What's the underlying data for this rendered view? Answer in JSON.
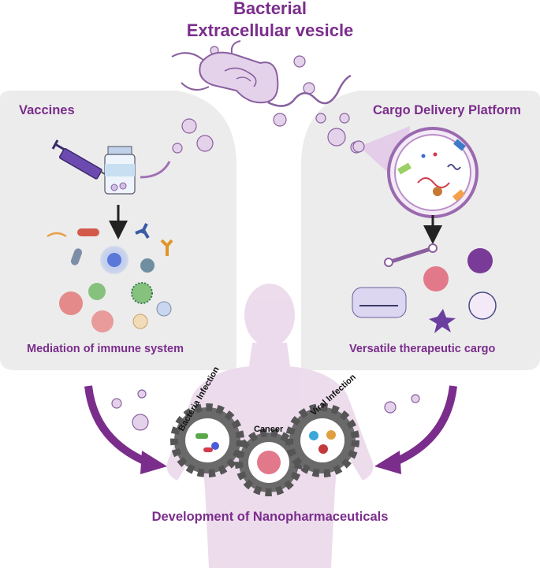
{
  "title": {
    "line1": "Bacterial",
    "line2": "Extracellular vesicle"
  },
  "left_panel": {
    "heading": "Vaccines",
    "caption": "Mediation of immune system"
  },
  "right_panel": {
    "heading": "Cargo Delivery Platform",
    "caption": "Versatile therapeutic cargo"
  },
  "gears": {
    "bacteria": "Bacteria Infection",
    "cancer": "Cancer",
    "viral": "Viral Infection"
  },
  "bottom_label": "Development of Nanopharmaceuticals",
  "colors": {
    "accent": "#7b2d8c",
    "panel": "#ececec",
    "silhouette": "#ead8ea",
    "vesicle": "#e4d2ea"
  }
}
